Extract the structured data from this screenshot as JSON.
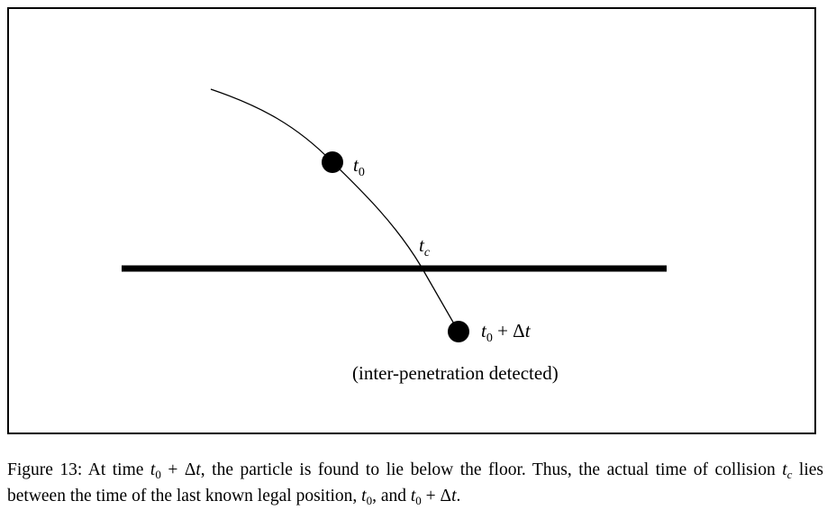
{
  "diagram": {
    "labels": {
      "t0": {
        "var": "t",
        "sub": "0"
      },
      "tc": {
        "var": "t",
        "sub": "c"
      },
      "t0_dt": {
        "var": "t",
        "sub": "0",
        "op": " + Δ",
        "var2": "t"
      },
      "note": "(inter-penetration detected)"
    }
  },
  "caption": {
    "prefix": "Figure 13: At time ",
    "part2": ", the particle is found to lie below the floor.  Thus, the actual time of collision ",
    "part3": " lies between the time of the last known legal position, ",
    "part4": ", and ",
    "suffix": ".",
    "var": "t",
    "sub0": "0",
    "subc": "c",
    "op": " + Δ"
  }
}
